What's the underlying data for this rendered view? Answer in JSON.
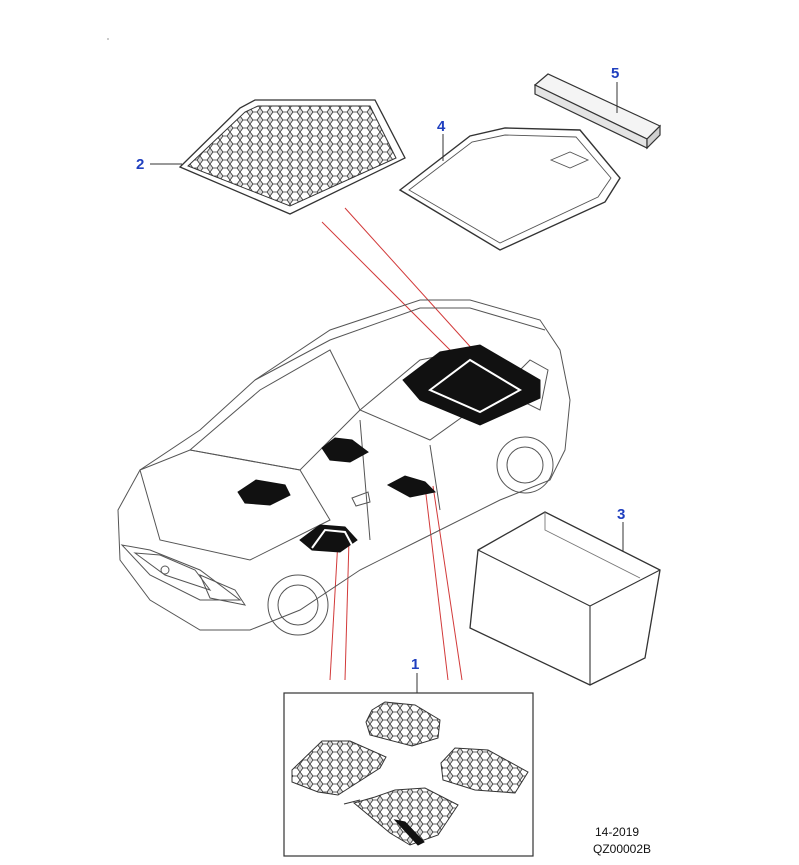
{
  "callouts": [
    "1",
    "2",
    "3",
    "4",
    "5"
  ],
  "footer": {
    "date_code": "14-2019",
    "illustration_code": "QZ00002B"
  },
  "colors": {
    "callout": "#1f3fbf",
    "leader": "#d23a3a",
    "line": "#555555",
    "fill_dark": "#111111"
  },
  "parts": [
    {
      "callout": "1",
      "name": "floor-mats-set-icon"
    },
    {
      "callout": "2",
      "name": "luggage-compartment-rubber-mat-icon"
    },
    {
      "callout": "3",
      "name": "cargo-liner-icon"
    },
    {
      "callout": "4",
      "name": "luggage-compartment-carpet-mat-icon"
    },
    {
      "callout": "5",
      "name": "foam-block-icon"
    }
  ]
}
